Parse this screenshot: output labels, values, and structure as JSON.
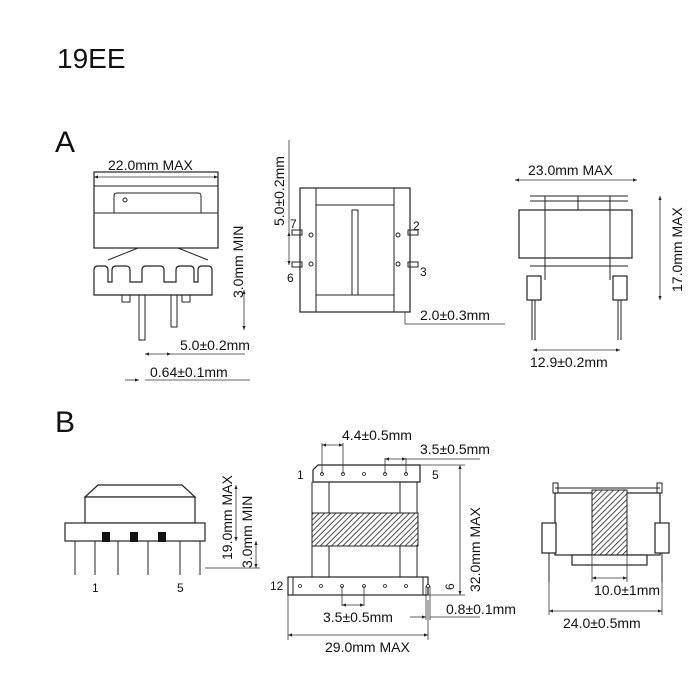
{
  "title": "19EE",
  "sections": {
    "A": {
      "label": "A",
      "width_max": "22.0mm MAX",
      "standoff_min": "3.0mm MIN",
      "pin_pitch": "5.0±0.2mm",
      "pin_dia": "0.64±0.1mm",
      "side_pitch": "5.0±0.2mm",
      "pin_labels": [
        "7",
        "6",
        "2",
        "3"
      ],
      "pin_offset": "2.0±0.3mm",
      "width_max_2": "23.0mm MAX",
      "height_max": "17.0mm MAX",
      "row_spacing": "12.9±0.2mm"
    },
    "B": {
      "label": "B",
      "height_max": "19.0mm MAX",
      "standoff_min": "3.0mm MIN",
      "front_pin_labels": [
        "1",
        "5"
      ],
      "top_pitch_1": "4.4±0.5mm",
      "top_pitch_2": "3.5±0.5mm",
      "length_max": "32.0mm MAX",
      "bottom_pitch": "3.5±0.5mm",
      "pin_width": "0.8±0.1mm",
      "width_max": "29.0mm MAX",
      "top_pin_labels": [
        "1",
        "5",
        "12",
        "6"
      ],
      "core_width": "10.0±1mm",
      "overall_width": "24.0±0.5mm"
    }
  }
}
